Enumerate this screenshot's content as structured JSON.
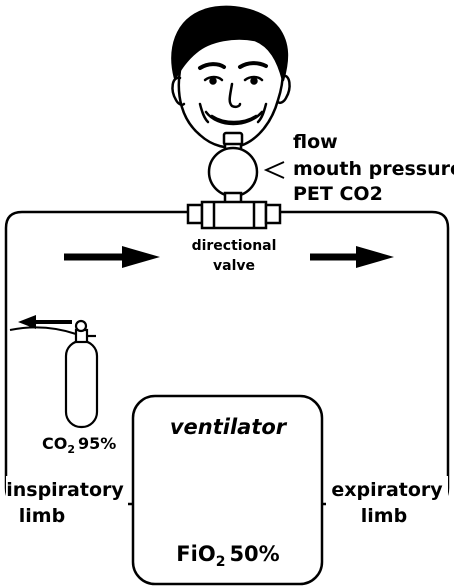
{
  "title": "",
  "labels": {
    "flow": "flow",
    "mouth_pressure": "mouth pressure",
    "petco2": "PET CO2",
    "directional_valve_1": "directional",
    "directional_valve_2": "valve",
    "co2_prefix": "CO",
    "co2_sub": "2",
    "co2_value": "95%",
    "ventilator": "ventilator",
    "fio2_prefix": "FiO",
    "fio2_sub": "2",
    "fio2_value": "50%",
    "inspiratory_1": "inspiratory",
    "inspiratory_2": "limb",
    "expiratory_1": "expiratory",
    "expiratory_2": "limb"
  }
}
